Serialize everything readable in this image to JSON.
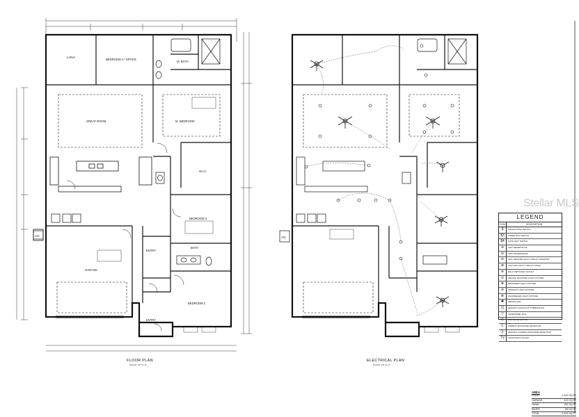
{
  "floor_plan": {
    "title": "FLOOR PLAN",
    "scale": "SCALE: 1/8\"=1'-0\"",
    "rooms": {
      "lanai": "LANAI",
      "bedroom_office": "BEDROOM 4 / OFFICE",
      "m_bath": "M. BATH",
      "great_room": "GREAT ROOM",
      "m_bedroom": "M. BEDROOM",
      "wic": "W.I.C.",
      "bedroom3": "BEDROOM 3",
      "bath": "BATH",
      "entry": "ENTRY",
      "garage": "GARAGE",
      "bedroom2": "BEDROOM 2",
      "entry2": "ENTRY",
      "ac": "A/C"
    }
  },
  "electrical_plan": {
    "title": "ELECTRICAL PLAN",
    "scale": "SCALE: 1/8\"=1'-0\"",
    "ac": "A/C"
  },
  "legend": {
    "title": "LEGEND",
    "col_symbol": "SYM",
    "col_description": "DESCRIPTION",
    "items": [
      {
        "sym": "$",
        "desc": "SINGLE POLE SWITCH"
      },
      {
        "sym": "$3",
        "desc": "THREE WAY SWITCH"
      },
      {
        "sym": "$4",
        "desc": "FOUR WAY SWITCH"
      },
      {
        "sym": "⊖",
        "desc": "120V RECEPTACLE"
      },
      {
        "sym": "⊖",
        "desc": "120V WATERPROOF"
      },
      {
        "sym": "⊖",
        "desc": "120V GROUND FAULT CIRCUIT INTERUPT"
      },
      {
        "sym": "⊕",
        "desc": "120V ARC FAULT CIRCUIT INTER."
      },
      {
        "sym": "⊖",
        "desc": "HALF SWITCHED OUTLET"
      },
      {
        "sym": "⊙",
        "desc": "CEILING MOUNTED LIGHT FIXTURE"
      },
      {
        "sym": "⊗",
        "desc": "RECESSED LIGHT FIXTURE"
      },
      {
        "sym": "⊘",
        "desc": "PENDANT LIGHT FIXTURE"
      },
      {
        "sym": "⊛",
        "desc": "CHANDELIER LIGHT FIXTURE"
      },
      {
        "sym": "✱",
        "desc": "CEILING FAN"
      },
      {
        "sym": "◫",
        "desc": "EXHAUST FAN/LIGHT COMBINATION"
      },
      {
        "sym": "▽",
        "desc": "TELEPHONE JACK"
      },
      {
        "sym": "Ⓢ",
        "desc": "SMOKE DETECTOR"
      },
      {
        "sym": "Ⓒ",
        "desc": "CARBON MONOXIDE DETECTOR"
      },
      {
        "sym": "Ⓢ",
        "desc": "SMOKE & CARBON MONOXIDE DETECTOR"
      },
      {
        "sym": "TV",
        "desc": "TELEVISION OUTLET"
      }
    ]
  },
  "area": {
    "title": "AREA",
    "rows": [
      {
        "label": "LIVING",
        "value": "1,913 SQ FT"
      },
      {
        "label": "GARAGE",
        "value": "413 SQ FT"
      },
      {
        "label": "LANAI",
        "value": "150 SQ FT"
      },
      {
        "label": "ENTRY",
        "value": "55 SQ FT"
      },
      {
        "label": "TOTAL",
        "value": "2,531 SQ FT"
      }
    ]
  },
  "watermark": "Stellar MLS"
}
